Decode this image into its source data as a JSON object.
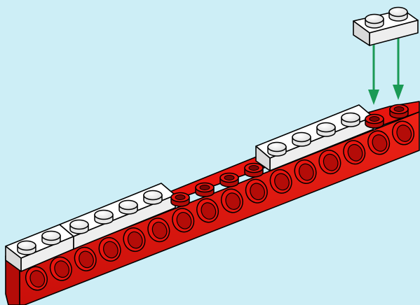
{
  "colors": {
    "background": "#cdeef6",
    "red_brick": "#e8150f",
    "red_dark": "#b40c08",
    "white_plate": "#ffffff",
    "arrow": "#1a9a55",
    "outline": "#000000"
  },
  "parts": {
    "technic_beam": {
      "color": "red",
      "studs": 16
    },
    "plates_on_beam": [
      {
        "color": "white",
        "studs": 2
      },
      {
        "color": "white",
        "studs": 4
      },
      {
        "color": "white",
        "studs": 4
      }
    ],
    "loose_plate": {
      "color": "white",
      "studs": 2
    }
  },
  "icons": [
    "arrow-down-icon",
    "arrow-down-icon"
  ]
}
